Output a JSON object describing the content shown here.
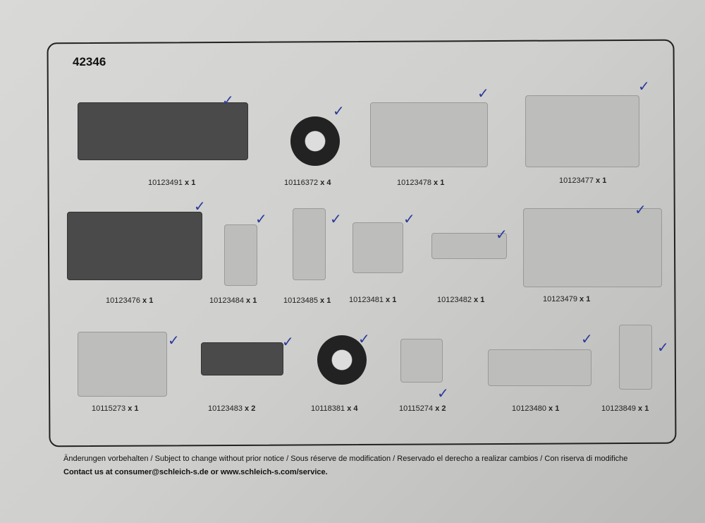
{
  "set_number": "42346",
  "parts": [
    {
      "number": "10123491",
      "qty": "x 1"
    },
    {
      "number": "10116372",
      "qty": "x 4"
    },
    {
      "number": "10123478",
      "qty": "x 1"
    },
    {
      "number": "10123477",
      "qty": "x 1"
    },
    {
      "number": "10123476",
      "qty": "x 1"
    },
    {
      "number": "10123484",
      "qty": "x 1"
    },
    {
      "number": "10123485",
      "qty": "x 1"
    },
    {
      "number": "10123481",
      "qty": "x 1"
    },
    {
      "number": "10123482",
      "qty": "x 1"
    },
    {
      "number": "10123479",
      "qty": "x 1"
    },
    {
      "number": "10115273",
      "qty": "x 1"
    },
    {
      "number": "10123483",
      "qty": "x 2"
    },
    {
      "number": "10118381",
      "qty": "x 4"
    },
    {
      "number": "10115274",
      "qty": "x 2"
    },
    {
      "number": "10123480",
      "qty": "x 1"
    },
    {
      "number": "10123849",
      "qty": "x 1"
    }
  ],
  "check_mark": "✓",
  "footer": {
    "notice": "Änderungen vorbehalten / Subject to change without prior notice / Sous réserve de modification / Reservado el derecho a realizar cambios / Con riserva di modifiche",
    "contact": "Contact us at consumer@schleich-s.de or www.schleich-s.com/service."
  }
}
